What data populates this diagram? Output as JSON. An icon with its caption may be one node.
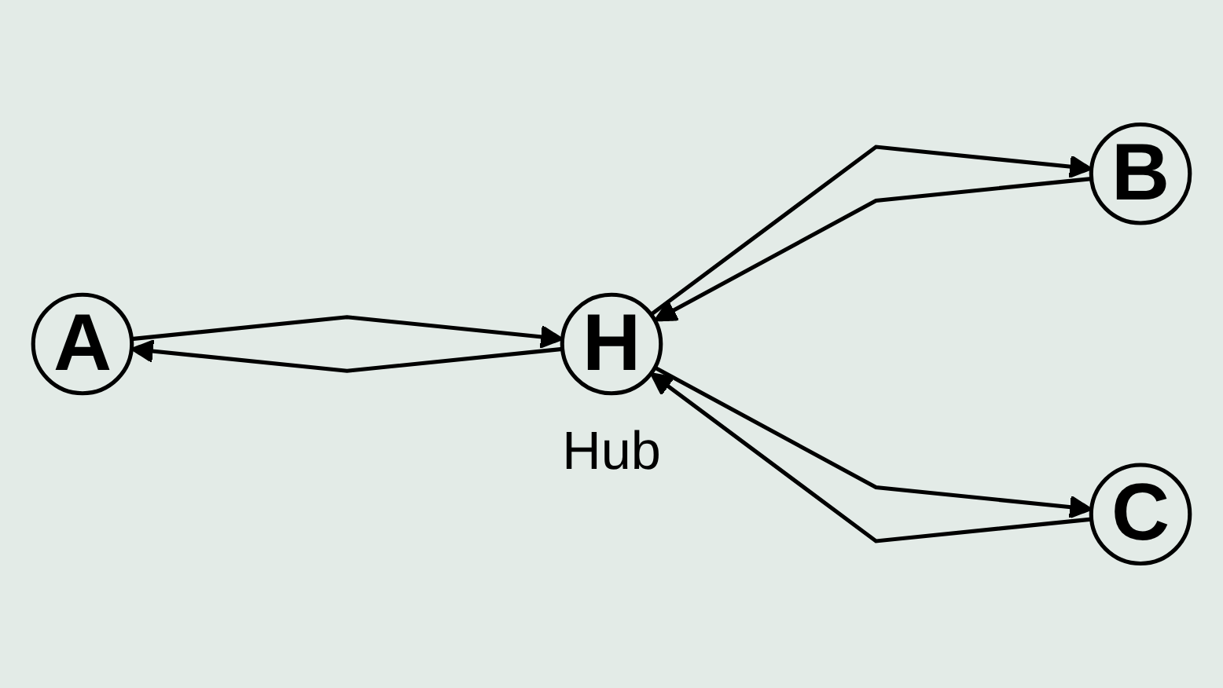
{
  "diagram": {
    "nodes": [
      {
        "text": [
          "A"
        ]
      },
      {
        "text": [
          "B"
        ]
      },
      {
        "text": [
          "H"
        ],
        "beside": [
          "Hub"
        ]
      },
      {
        "text": [
          "C"
        ]
      }
    ],
    "edges": [
      {
        "from": 0,
        "to": 2,
        "arrow": "to"
      },
      {
        "from": 2,
        "to": 0,
        "arrow": "to"
      },
      {
        "from": 1,
        "to": 2,
        "arrow": "to"
      },
      {
        "from": 2,
        "to": 1,
        "arrow": "to"
      },
      {
        "from": 2,
        "to": 3,
        "arrow": "to"
      },
      {
        "from": 3,
        "to": 2,
        "arrow": "to"
      }
    ]
  }
}
